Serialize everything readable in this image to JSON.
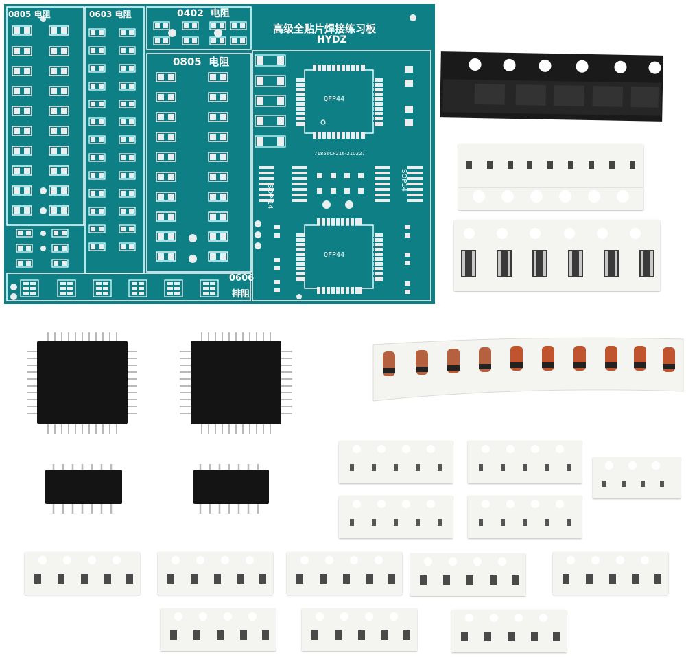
{
  "pcb": {
    "title": "高级全贴片焊接练习板",
    "subtitle": "HYDZ",
    "labels": {
      "r0805_left": "0805",
      "r0805_left_cn": "电阻",
      "r0603": "0603",
      "r0603_cn": "电阻",
      "r0402": "0402",
      "r0402_cn": "电阻",
      "r0805_mid": "0805",
      "r0805_mid_cn": "电阻",
      "qfp_top": "QFP44",
      "qfp_bottom": "QFP44",
      "sop_left": "SOP-14",
      "sop_right": "SOP14",
      "serial": "71856CP216-210227",
      "array_size": "0606",
      "array_cn": "排阻"
    }
  },
  "colors": {
    "pcb": "#0f7f86",
    "pad": "#e9eef0",
    "silk": "#ffffff",
    "chip": "#141414",
    "tape": "#f4f4f1",
    "black_tape": "#1a1a1a"
  }
}
